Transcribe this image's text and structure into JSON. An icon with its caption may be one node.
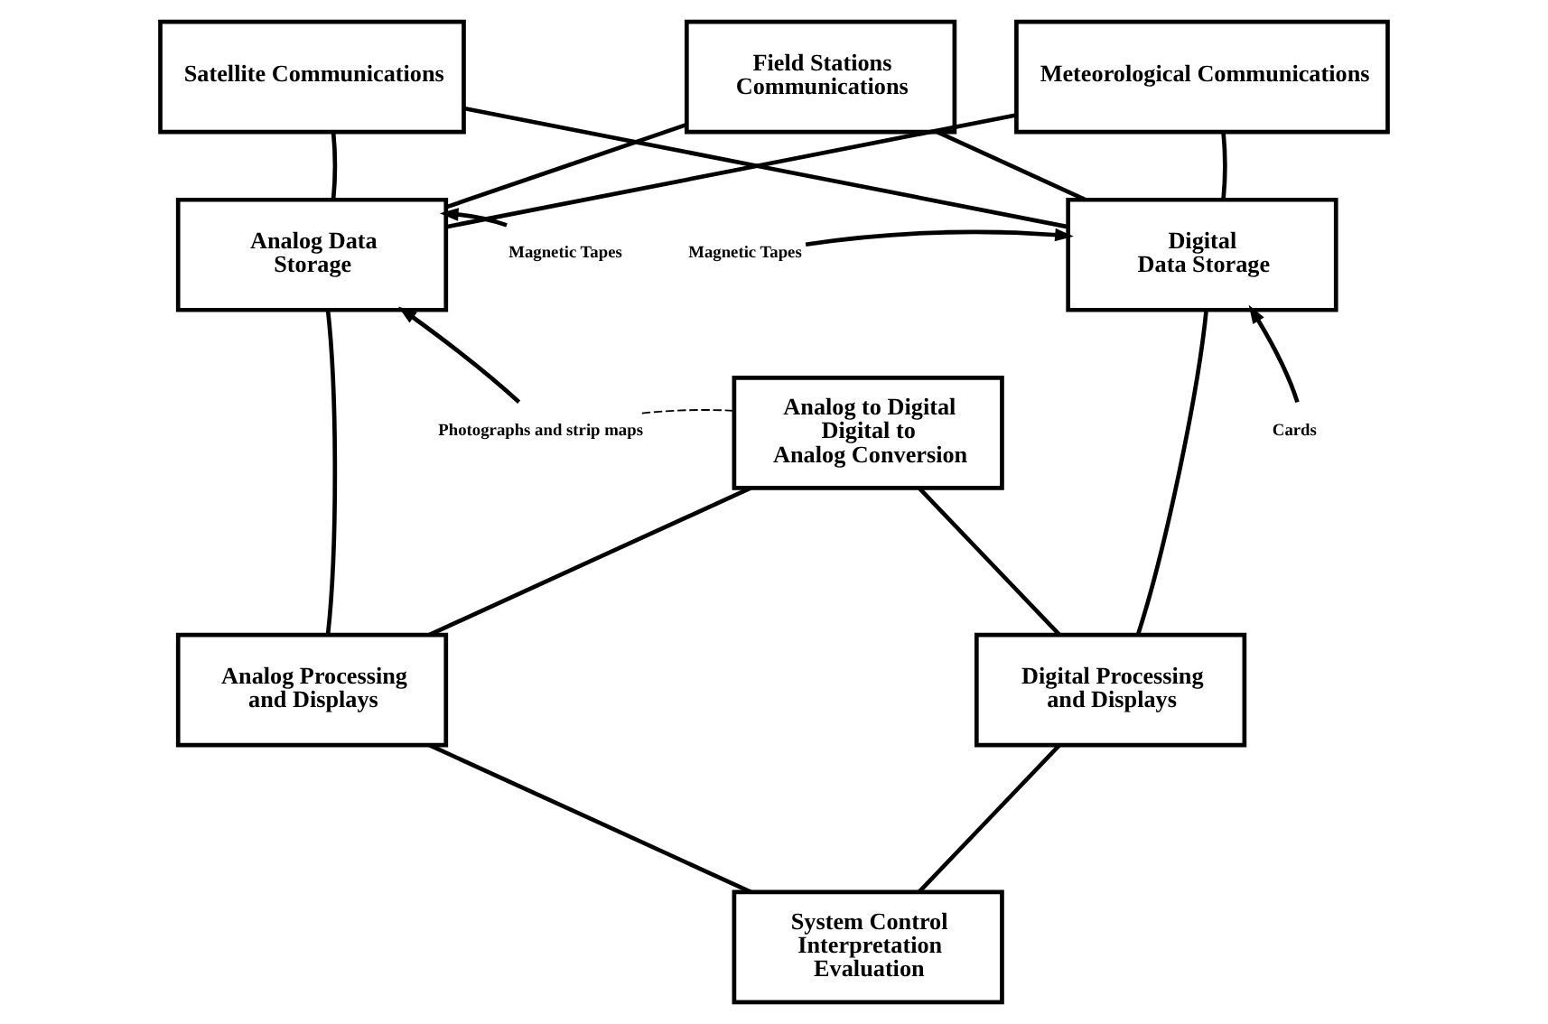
{
  "diagram": {
    "nodes": [
      {
        "text": [
          "Satellite Communications"
        ]
      },
      {
        "text": [
          "Field Stations Communications"
        ]
      },
      {
        "text": [
          "Meteorological Communications"
        ]
      },
      {
        "text": [
          "Analog Data Storage"
        ]
      },
      {
        "text": [
          "Magnetic Tapes"
        ]
      },
      {
        "text": [
          "Photographs and strip maps"
        ]
      },
      {
        "text": [
          "Magnetic Tapes"
        ]
      },
      {
        "text": [
          "Cards"
        ]
      },
      {
        "text": [
          "Digital Data Storage"
        ]
      },
      {
        "text": [
          "Analog to Digital Digital to Analog Conversion"
        ]
      },
      {
        "text": [
          "Analog Processing and Displays"
        ]
      },
      {
        "text": [
          "Digital Processing and Displays"
        ]
      },
      {
        "text": [
          "System Control Interpretation Evaluation"
        ]
      }
    ],
    "edges": [
      {
        "from": 0,
        "to": 3,
        "arrow": "none"
      },
      {
        "from": 0,
        "to": 8,
        "arrow": "none"
      },
      {
        "from": 1,
        "to": 3,
        "arrow": "none"
      },
      {
        "from": 1,
        "to": 8,
        "arrow": "none"
      },
      {
        "from": 2,
        "to": 3,
        "arrow": "none"
      },
      {
        "from": 2,
        "to": 8,
        "arrow": "none"
      },
      {
        "from": 4,
        "to": 3,
        "arrow": "to"
      },
      {
        "from": 5,
        "to": 3,
        "arrow": "to"
      },
      {
        "from": 6,
        "to": 8,
        "arrow": "to"
      },
      {
        "from": 7,
        "to": 8,
        "arrow": "to"
      },
      {
        "from": 5,
        "to": 9,
        "arrow": "none",
        "style": "dashed"
      },
      {
        "from": 3,
        "to": 10,
        "arrow": "none"
      },
      {
        "from": 8,
        "to": 11,
        "arrow": "none"
      },
      {
        "from": 10,
        "to": 9,
        "arrow": "none"
      },
      {
        "from": 9,
        "to": 11,
        "arrow": "none"
      },
      {
        "from": 10,
        "to": 12,
        "arrow": "none"
      },
      {
        "from": 12,
        "to": 11,
        "arrow": "none"
      }
    ]
  }
}
